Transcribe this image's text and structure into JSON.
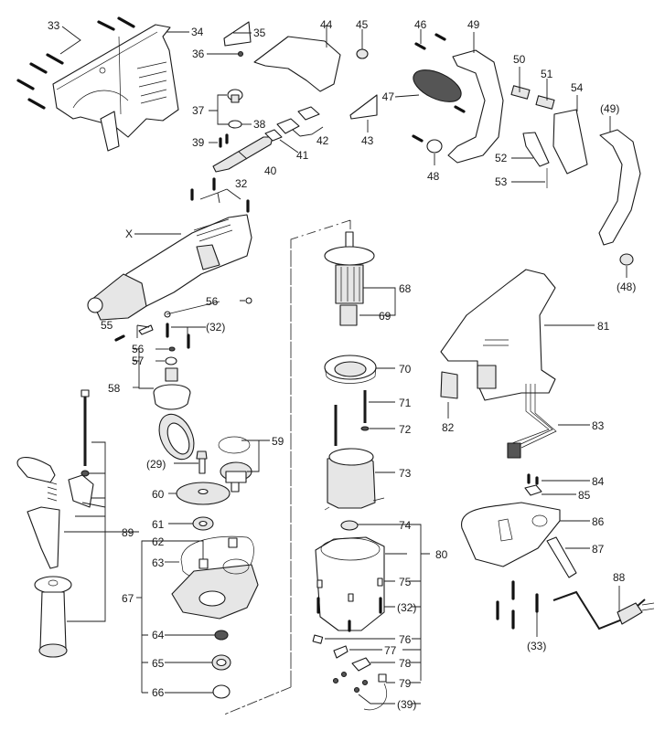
{
  "diagram": {
    "title": "Exploded parts diagram - rotary hammer",
    "colors": {
      "line": "#1a1a1a",
      "fill_light": "#e6e6e6",
      "fill_dark": "#555555",
      "background": "#ffffff"
    },
    "labels": {
      "l33": "33",
      "l34": "34",
      "l35": "35",
      "l36": "36",
      "l37": "37",
      "l38": "38",
      "l39": "39",
      "l40": "40",
      "l41": "41",
      "l42": "42",
      "l43": "43",
      "l44": "44",
      "l45": "45",
      "l46": "46",
      "l47": "47",
      "l48": "48",
      "l49": "49",
      "l50": "50",
      "l51": "51",
      "l52": "52",
      "l53": "53",
      "l54": "54",
      "l49b": "(49)",
      "l48b": "(48)",
      "l32": "32",
      "lX": "X",
      "l56a": "56",
      "l55": "55",
      "l32b": "(32)",
      "l56b": "56",
      "l57": "57",
      "l58": "58",
      "l59": "59",
      "l29": "(29)",
      "l60": "60",
      "l61": "61",
      "l62": "62",
      "l63": "63",
      "l67": "67",
      "l64": "64",
      "l65": "65",
      "l66": "66",
      "l89": "89",
      "l68": "68",
      "l69": "69",
      "l70": "70",
      "l71": "71",
      "l72": "72",
      "l73": "73",
      "l74": "74",
      "l80": "80",
      "l75": "75",
      "l32c": "(32)",
      "l76": "76",
      "l77": "77",
      "l78": "78",
      "l79": "79",
      "l39b": "(39)",
      "l81": "81",
      "l82": "82",
      "l83": "83",
      "l84": "84",
      "l85": "85",
      "l86": "86",
      "l87": "87",
      "l88": "88",
      "l33b": "(33)"
    }
  }
}
